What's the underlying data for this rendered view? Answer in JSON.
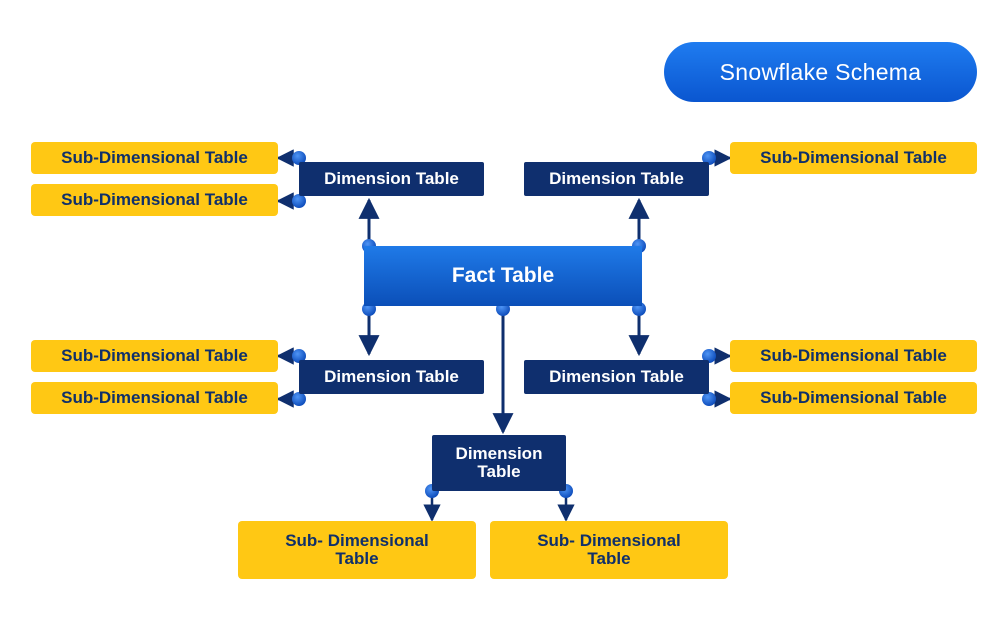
{
  "title": "Snowflake Schema",
  "fact_table": {
    "label": "Fact Table"
  },
  "dimensions": [
    {
      "id": "tl",
      "label": "Dimension Table",
      "subs": [
        "Sub-Dimensional Table",
        "Sub-Dimensional Table"
      ]
    },
    {
      "id": "tr",
      "label": "Dimension Table",
      "subs": [
        "Sub-Dimensional Table"
      ]
    },
    {
      "id": "ml",
      "label": "Dimension Table",
      "subs": [
        "Sub-Dimensional Table",
        "Sub-Dimensional Table"
      ]
    },
    {
      "id": "mr",
      "label": "Dimension Table",
      "subs": [
        "Sub-Dimensional Table",
        "Sub-Dimensional Table"
      ]
    },
    {
      "id": "bottom",
      "label_line1": "Dimension",
      "label_line2": "Table",
      "subs": [
        {
          "line1": "Sub- Dimensional",
          "line2": "Table"
        },
        {
          "line1": "Sub- Dimensional",
          "line2": "Table"
        }
      ]
    }
  ],
  "colors": {
    "dimension_fill": "#0f2f6e",
    "fact_fill": "#1565d8",
    "sub_fill": "#ffc814",
    "sub_text": "#10306a",
    "connector": "#0f2f6e",
    "dot": "#1a5fd6"
  }
}
